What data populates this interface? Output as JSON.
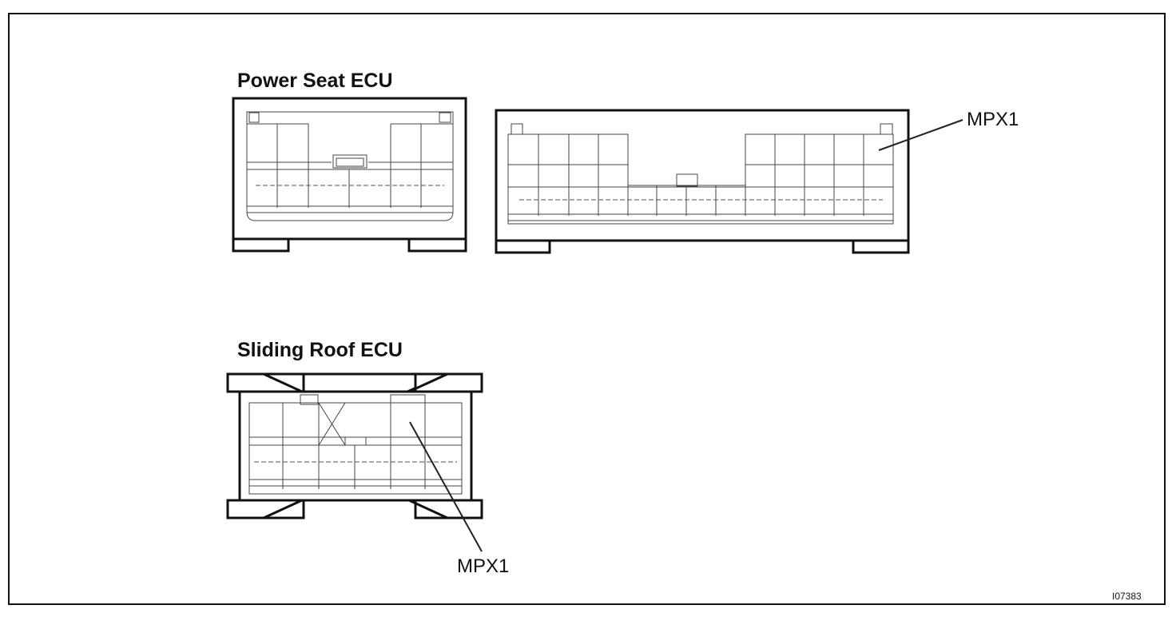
{
  "labels": {
    "power_seat_title": "Power Seat ECU",
    "sliding_roof_title": "Sliding Roof ECU",
    "mpx1_power_seat": "MPX1",
    "mpx1_sliding_roof": "MPX1",
    "figure_id": "I07383"
  }
}
